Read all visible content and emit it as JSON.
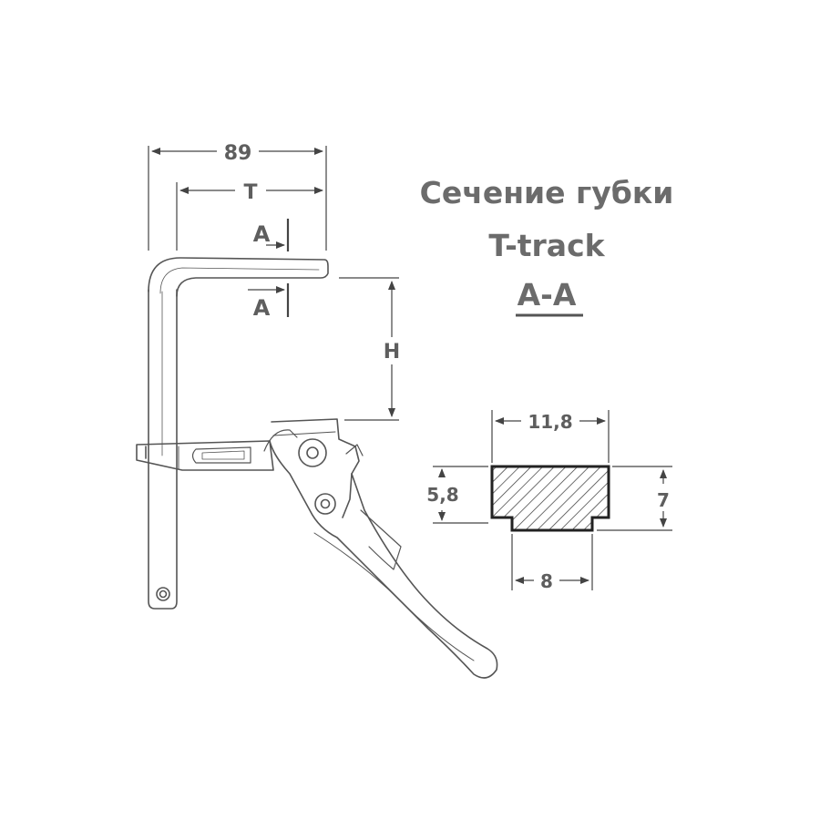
{
  "title": {
    "line1": "Сечение губки",
    "line2": "T-track",
    "section_label": "A-A"
  },
  "clamp": {
    "dim_width": "89",
    "dim_throat": "T",
    "dim_height": "H",
    "section_mark_top": "A",
    "section_mark_bottom": "A"
  },
  "profile": {
    "dim_top_width": "11,8",
    "dim_left_height": "5,8",
    "dim_right_height": "7",
    "dim_bottom_width": "8"
  },
  "colors": {
    "line": "#555555",
    "text": "#6b6b6b",
    "hatch": "#333333",
    "section_underline": "#555555"
  }
}
